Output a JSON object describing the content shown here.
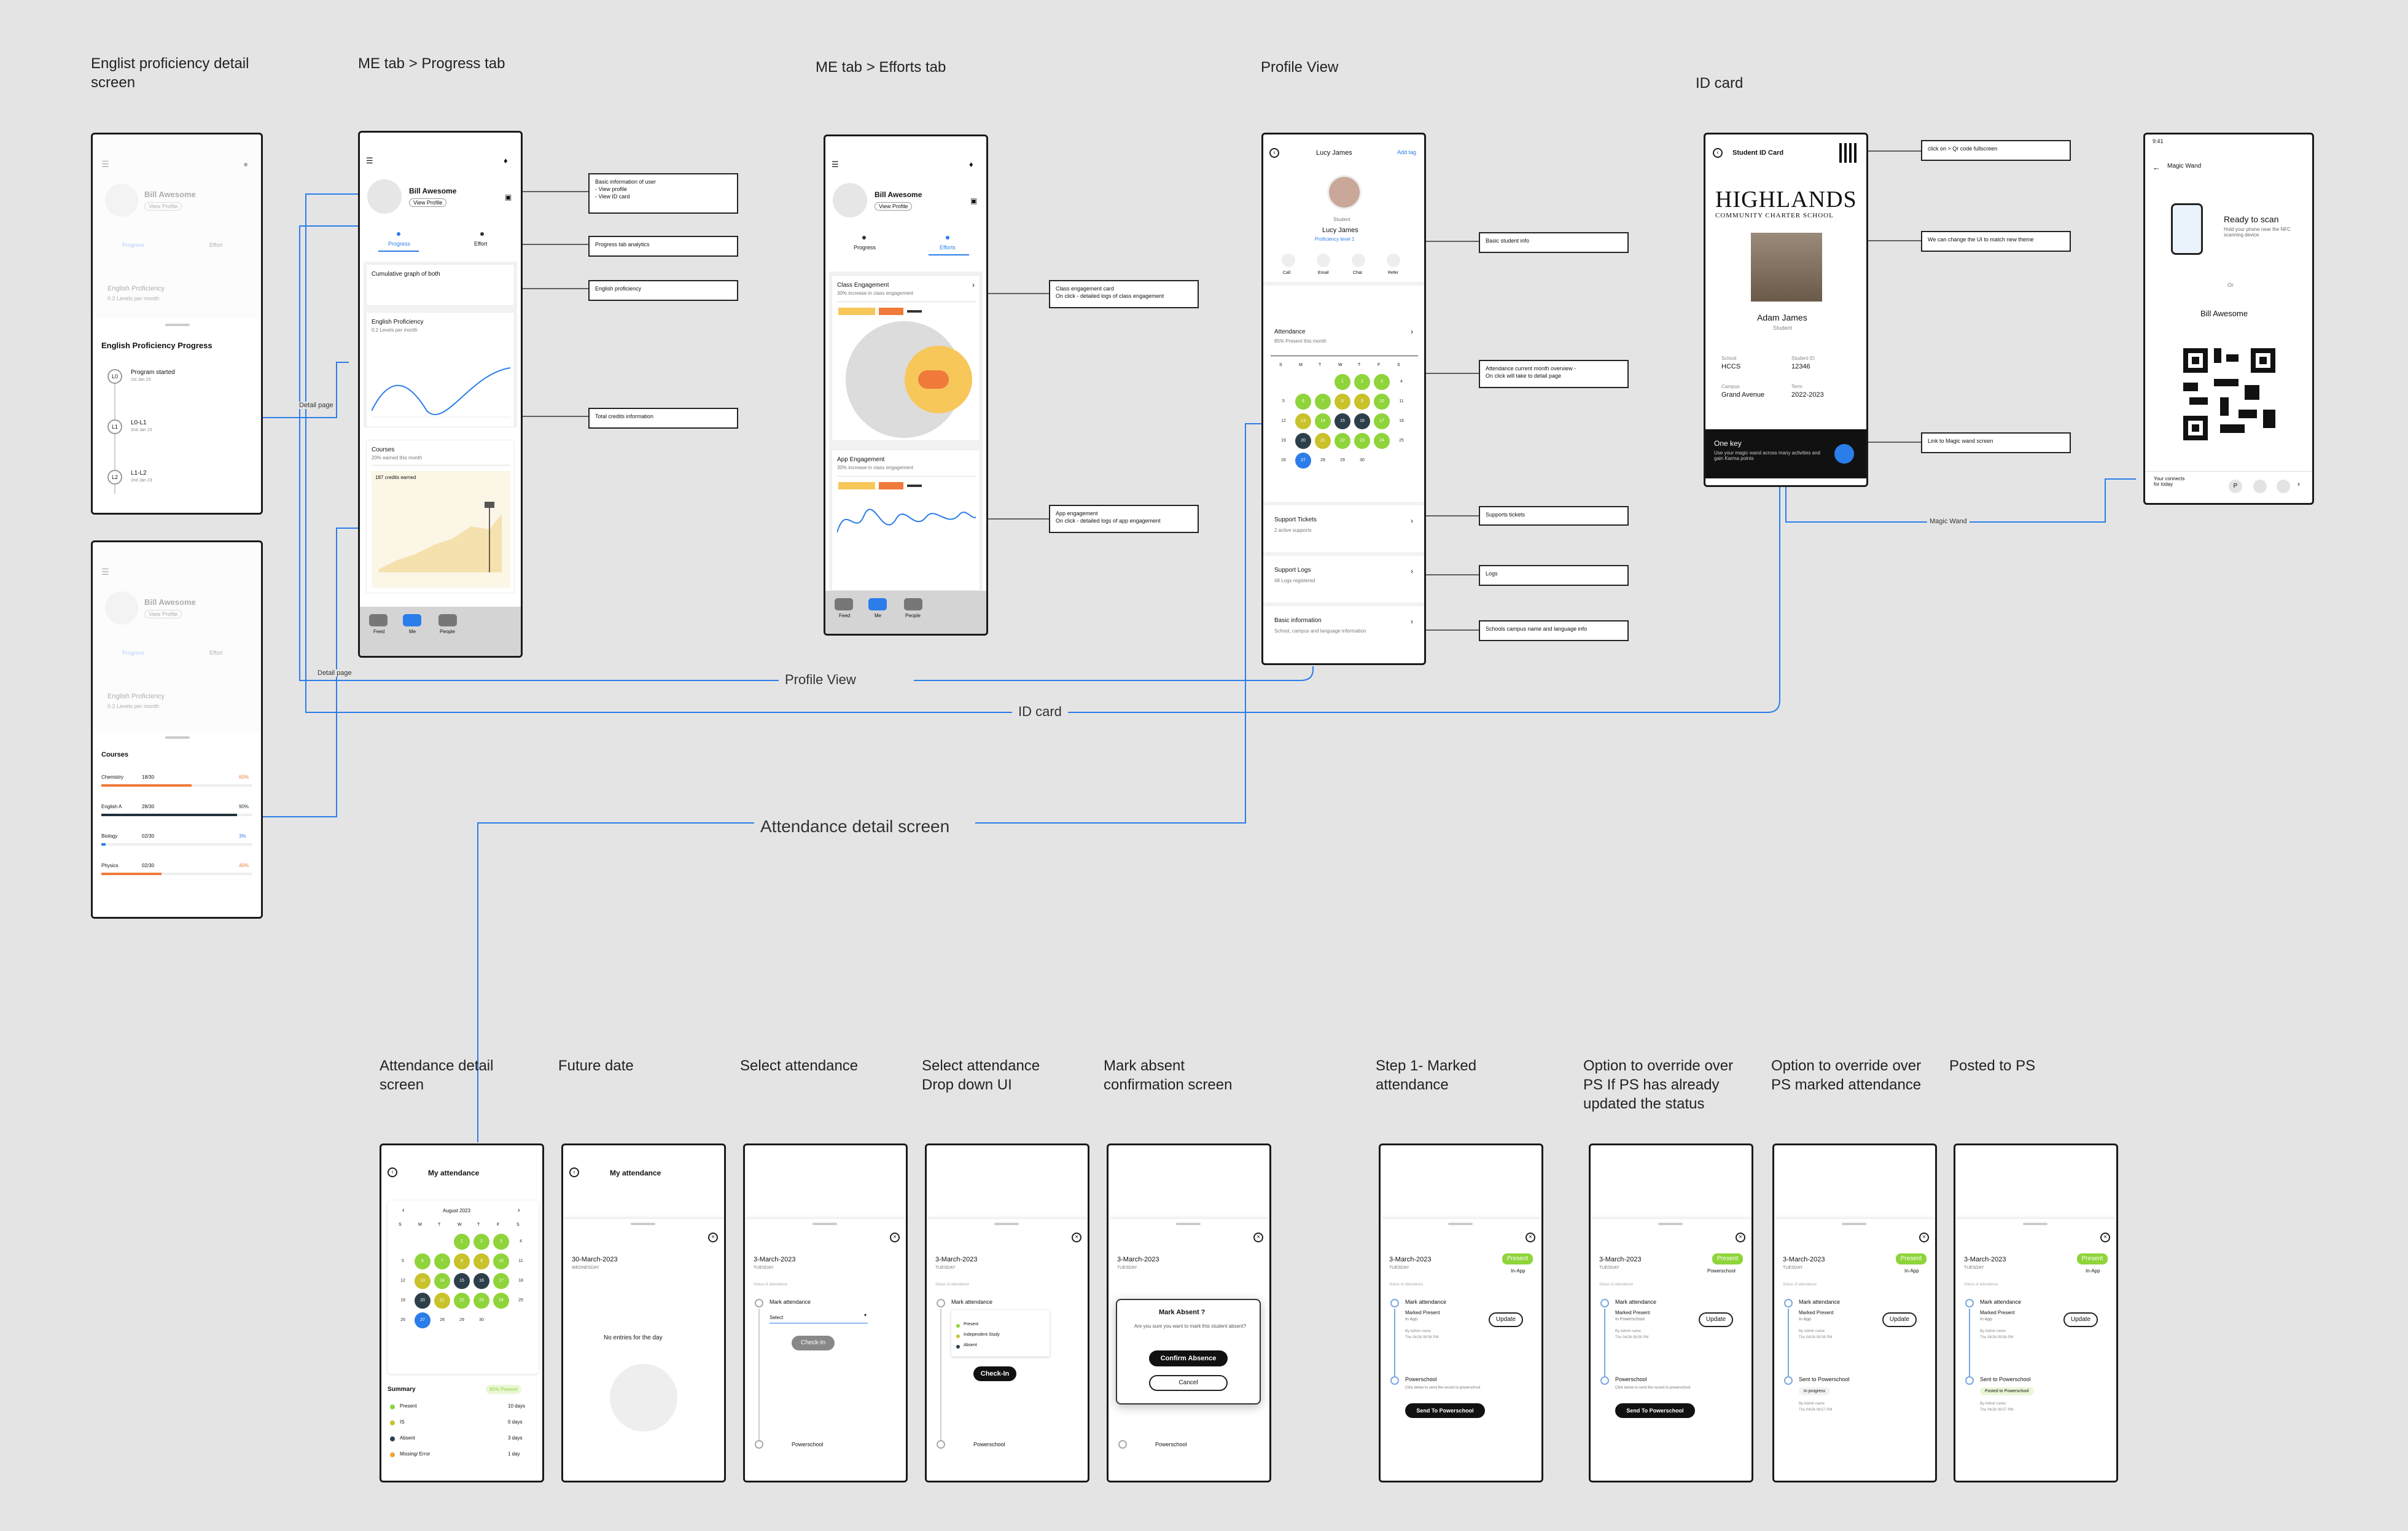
{
  "titles": {
    "english": "Englist proficiency detail\nscreen",
    "progress": "ME tab > Progress tab",
    "efforts": "ME tab > Efforts tab",
    "profile": "Profile View",
    "idcard": "ID card",
    "att_detail": "Attendance detail\nscreen",
    "future": "Future date",
    "select": "Select attendance",
    "select_dd": "Select attendance\nDrop down UI",
    "mark_absent": "Mark absent\nconfirmation screen",
    "step1": "Step 1- Marked\nattendance",
    "override1": "Option to override over\nPS If PS has already\nupdated the status",
    "override2": "Option to override over\nPS marked attendance",
    "posted": "Posted to PS"
  },
  "connectors": {
    "profile_view": "Profile View",
    "id_card": "ID card",
    "attendance_detail": "Attendance detail screen",
    "detail_page_1": "Detail page",
    "detail_page_2": "Detail page",
    "magic_wand": "Magic Wand"
  },
  "notes": {
    "basic_info": "Basic information of user\n- View profile\n- View ID card",
    "progress_analytics": "Progress  tab analytics",
    "english_prof": "English proficiency",
    "total_credits": "Total credits information",
    "class_eng": "Class engagement card\nOn click - detailed logs of class engagement",
    "app_eng": "App engagement\nOn click - detailed logs of app engagement",
    "basic_student": "Basic student info",
    "attendance_overview": "Attendance current month overview -\nOn click will take to detail page",
    "support_tickets": "Supports tickets",
    "logs": "Logs",
    "school_info": "Schools campus name and language info",
    "qr_fullscreen": "click on > Qr code fullscreen",
    "change_theme": "We can change the UI to match new theme",
    "magic_link": "Link to Magic wand screen"
  },
  "user": {
    "name": "Bill Awesome",
    "view_profile": "View Profile",
    "tab_progress": "Progress",
    "tab_effort": "Effort",
    "tab_efforts": "Efforts"
  },
  "english_screen": {
    "section_title": "English Proficiency Progress",
    "card_title": "English Proficiency",
    "card_sub": "0.2 Levels per month",
    "steps": [
      {
        "badge": "L0",
        "label": "Program started",
        "date": "1st Jan 23"
      },
      {
        "badge": "L1",
        "label": "L0-L1",
        "date": "2nd Jan 23"
      },
      {
        "badge": "L2",
        "label": "L1-L2",
        "date": "2nd Jan 23"
      }
    ]
  },
  "courses_screen": {
    "title": "Courses",
    "rows": [
      {
        "name": "Chemistry",
        "score": "18/30",
        "pct": "60%",
        "fill": 0.6,
        "color": "#f07a3a"
      },
      {
        "name": "English A",
        "score": "28/30",
        "pct": "90%",
        "fill": 0.9,
        "color": "#23323c"
      },
      {
        "name": "Biology",
        "score": "02/30",
        "pct": "3%",
        "fill": 0.03,
        "color": "#2b7de9"
      },
      {
        "name": "Physics",
        "score": "02/30",
        "pct": "40%",
        "fill": 0.4,
        "color": "#f07a3a"
      }
    ]
  },
  "progress_screen": {
    "cumulative_title": "Cumulative graph of both",
    "english_title": "English Proficiency",
    "english_sub": "0.2 Levels per month",
    "courses_title": "Courses",
    "courses_sub": "20% earned this month",
    "credits": "187 credits earned",
    "nav": [
      "Feed",
      "Me",
      "People"
    ]
  },
  "efforts_screen": {
    "class_title": "Class Engagement",
    "class_sub": "30% increase in class engagement",
    "app_title": "App Engagement",
    "app_sub": "30% increase in class engagement",
    "nav": [
      "Feed",
      "Me",
      "People"
    ]
  },
  "profile_screen": {
    "header": "Lucy James",
    "add_tag": "Add tag",
    "role": "Student",
    "name": "Lucy James",
    "level": "Proficiency level 1",
    "actions": [
      "Call",
      "Email",
      "Chat",
      "Refer"
    ],
    "attendance_title": "Attendance",
    "attendance_sub": "85% Present this month",
    "weekdays": [
      "S",
      "M",
      "T",
      "W",
      "T",
      "F",
      "S"
    ],
    "support_title": "Support Tickets",
    "support_sub": "2 active supports",
    "logs_title": "Support Logs",
    "logs_sub": "48 Logs registered",
    "basic_title": "Basic information",
    "basic_sub": "School, campus and language information"
  },
  "id_card": {
    "header": "Student ID Card",
    "school_name": "HIGHLANDS",
    "school_sub": "COMMUNITY CHARTER SCHOOL",
    "name": "Adam James",
    "role": "Student",
    "school_label": "School",
    "school_val": "HCCS",
    "id_label": "Student ID",
    "id_val": "12346",
    "campus_label": "Campus",
    "campus_val": "Grand Avenue",
    "term_label": "Term",
    "term_val": "2022-2023",
    "onekey_title": "One key",
    "onekey_sub": "Use your magic wand  across many activities and gain Karma points"
  },
  "magic_wand": {
    "time": "9:41",
    "header": "Magic Wand",
    "ready": "Ready to scan",
    "ready_sub": "Hold your phone near the NFC scanning device",
    "or": "Or",
    "name": "Bill Awesome",
    "connects": "Your connects\nfor today"
  },
  "my_attendance": {
    "title": "My attendance",
    "month": "August 2023",
    "summary_title": "Summary",
    "summary_badge": "85% Present",
    "summary": [
      {
        "label": "Present",
        "value": "10 days",
        "color": "#8fd43a"
      },
      {
        "label": "IS",
        "value": "0 days",
        "color": "#c9c22a"
      },
      {
        "label": "Absent",
        "value": "3 days",
        "color": "#2d3f4a"
      },
      {
        "label": "Missing/ Error",
        "value": "1 day",
        "color": "#f3a33a"
      }
    ]
  },
  "sheet": {
    "date_30": "30-March-2023",
    "day_wed": "WEDNESDAY",
    "no_entries": "No entries for the day",
    "date_3": "3-March-2023",
    "day_tue": "TUESDAY",
    "status_label": "Status of attendance",
    "mark_attendance": "Mark attendance",
    "select_placeholder": "Select",
    "checkin": "Check-In",
    "powerschool": "Powerschool",
    "options": [
      "Present",
      "Independent Study",
      "Absent"
    ],
    "absent_title": "Mark Absent ?",
    "absent_body": "Are you sure you want to mark this student absent?",
    "confirm_absence": "Confirm Absence",
    "cancel": "Cancel",
    "present_badge": "Present",
    "in_app": "In-App",
    "powerschool_src": "Powerschool",
    "marked_present": "Marked Present",
    "in_app_small": "In App",
    "in_powerschool": "In Powerschool",
    "by_admin": "By Admin name",
    "timestamp": "Thu 04/26 09:56 PM",
    "update": "Update",
    "powerschool_title": "Powerschool",
    "ps_hint": "Click below to send the record to powerschool",
    "send_ps": "Send To Powerschool",
    "sent_ps": "Sent to Powerschool",
    "in_progress": "In progress",
    "posted_ps": "Posted to Powerschool",
    "timestamp2": "Thu 04/26 09:57 PM"
  }
}
